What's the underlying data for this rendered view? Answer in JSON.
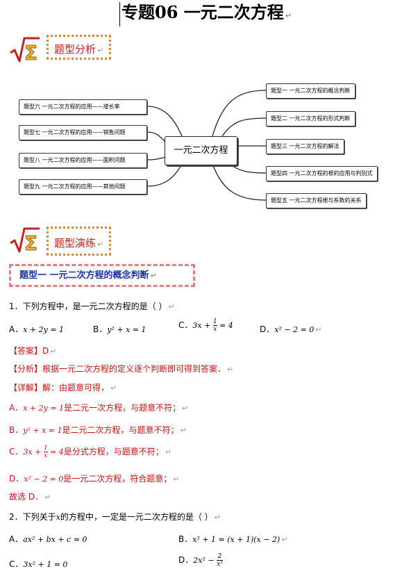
{
  "title": "专题06  一元二次方程",
  "section1": {
    "label": "题型分析"
  },
  "section2": {
    "label": "题型演练"
  },
  "mindmap": {
    "center": "一元二次方程",
    "right": [
      "题型一  一元二次方程的概念判断",
      "题型二  一元二次方程的形式判断",
      "题型三  一元二次方程的解法",
      "题型四  一元二次方程的根的应用与判别式",
      "题型五  一元二次方程根与系数的关系"
    ],
    "left": [
      "题型六  一元二次方程的应用——增长率",
      "题型七  一元二次方程的应用——销售问题",
      "题型八  一元二次方程的应用——面积问题",
      "题型九  一元二次方程的应用——其他问题"
    ]
  },
  "topic1": "题型一   一元二次方程的概念判断",
  "q1": {
    "stem": "1．下列方程中，是一元二次方程的是（     ）",
    "A_label": "A．",
    "A": "x + 2y = 1",
    "B_label": "B．",
    "B": "y² + x = 1",
    "C_label": "C．",
    "C_pre": "3x + ",
    "C_num": "1",
    "C_den": "x",
    "C_post": " = 4",
    "D_label": "D．",
    "D": "x² − 2 = 0",
    "answer": "【答案】D",
    "analysis": "【分析】根据一元二次方程的定义逐个判断即可得到答案．",
    "detail_tag": "【详解】",
    "detail": "解：由题意可得，",
    "e1_label": "A．",
    "e1_math": "x + 2y = 1",
    "e1_text": "是二元一次方程，与题意不符；",
    "e2_label": "B．",
    "e2_math": "y² + x = 1",
    "e2_text": "是二元二次方程，与题意不符；",
    "e3_label": "C．",
    "e3_pre": "3x + ",
    "e3_num": "1",
    "e3_den": "x",
    "e3_post": " = 4",
    "e3_text": "是分式方程，与题意不符；",
    "e4_label": "D．",
    "e4_math": "x² − 2 = 0",
    "e4_text": "是一元二次方程，符合题意；",
    "conclusion": "故选 D．"
  },
  "q2": {
    "stem_pre": "2．下列关于",
    "stem_var": "x",
    "stem_post": "的方程中，一定是一元二次方程的是（     ）",
    "A_label": "A．",
    "A": "ax² + bx + c = 0",
    "B_label": "B．",
    "B": "x² + 1 = (x + 1)(x − 2)",
    "C_label": "C．",
    "C": "3x² + 1 = 0",
    "D_label": "D．",
    "D_pre": "2x² − ",
    "D_num": "2",
    "D_den": "x²"
  }
}
